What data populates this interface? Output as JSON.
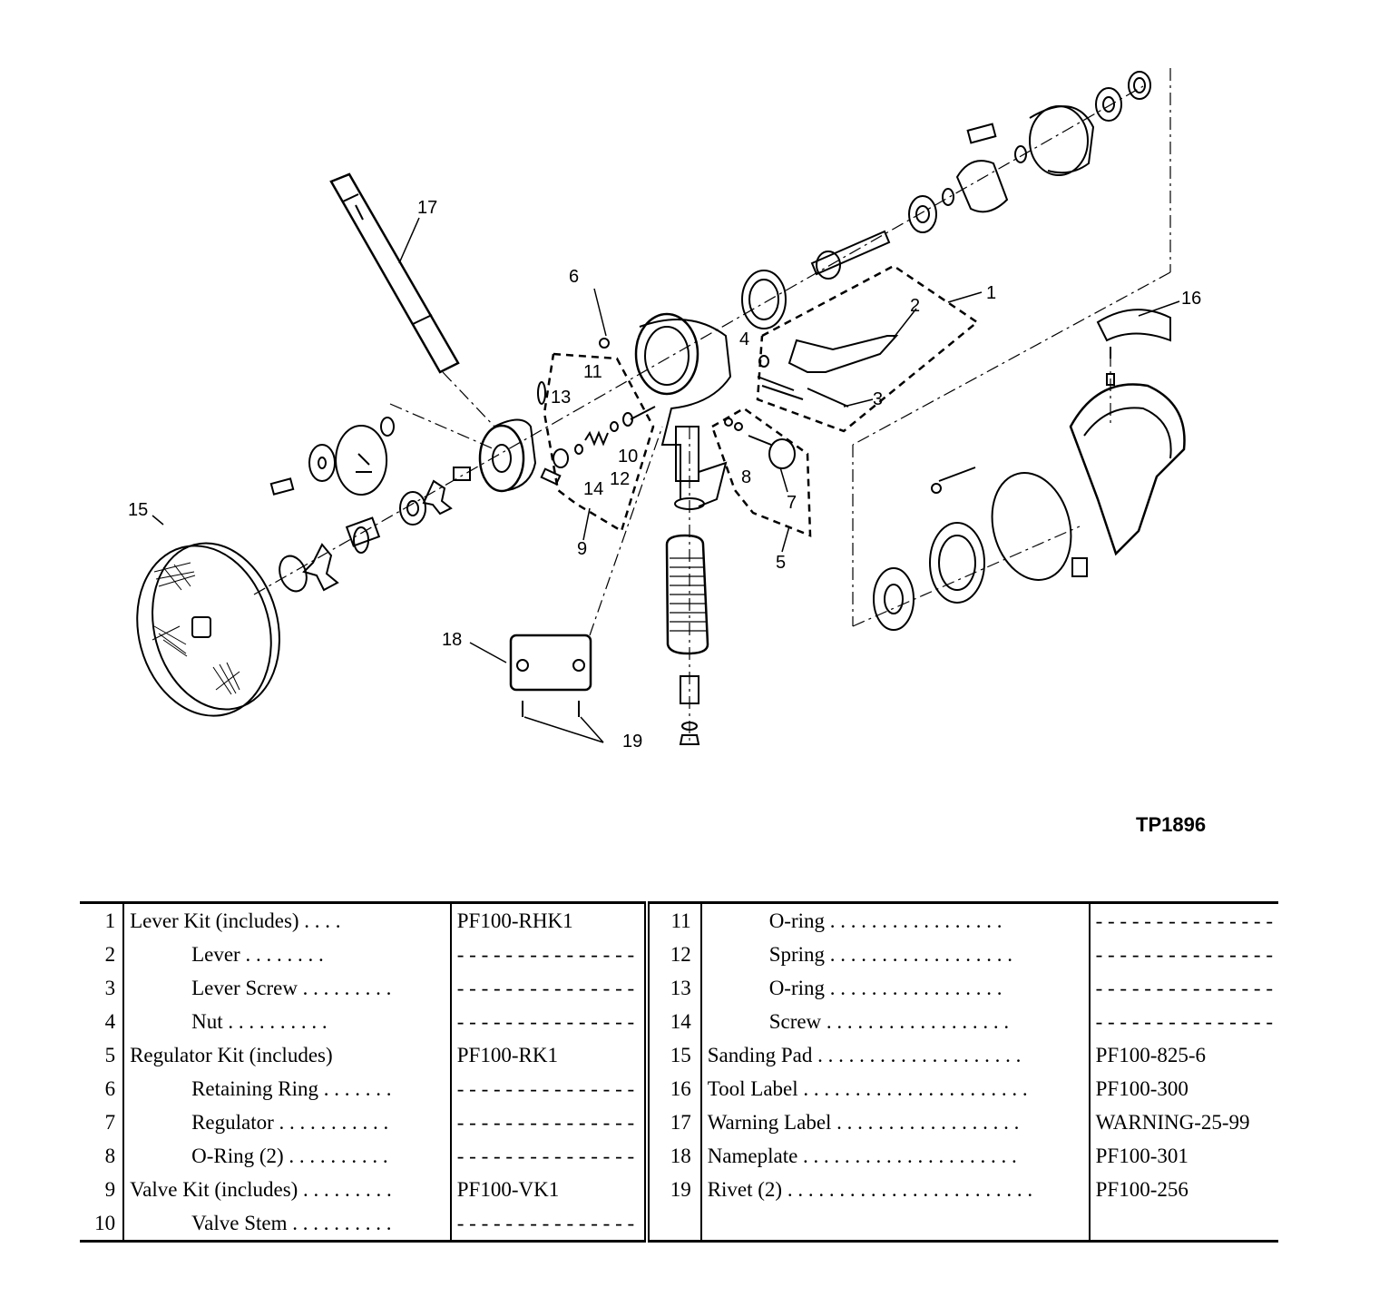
{
  "figure": {
    "code": "TP1896",
    "callouts": [
      "1",
      "2",
      "3",
      "4",
      "5",
      "6",
      "7",
      "8",
      "9",
      "10",
      "11",
      "12",
      "13",
      "14",
      "15",
      "16",
      "17",
      "18",
      "19"
    ]
  },
  "parts_left": [
    {
      "no": "1",
      "desc": "Lever Kit (includes) . . . .",
      "part": "PF100-RHK1",
      "indent": false
    },
    {
      "no": "2",
      "desc": "Lever . . . . . . . .",
      "part": "- - - - - - - - - - - - - - -",
      "indent": true
    },
    {
      "no": "3",
      "desc": "Lever Screw . . . . . . . . .",
      "part": "- - - - - - - - - - - - - - -",
      "indent": true
    },
    {
      "no": "4",
      "desc": "Nut . . . . . . . . . .",
      "part": "- - - - - - - - - - - - - - -",
      "indent": true
    },
    {
      "no": "5",
      "desc": "Regulator Kit (includes)",
      "part": "PF100-RK1",
      "indent": false
    },
    {
      "no": "6",
      "desc": "Retaining Ring . . . . . . .",
      "part": "- - - - - - - - - - - - - - -",
      "indent": true
    },
    {
      "no": "7",
      "desc": "Regulator . . . . . . . . . . .",
      "part": "- - - - - - - - - - - - - - -",
      "indent": true
    },
    {
      "no": "8",
      "desc": "O-Ring (2) . . . . . . . . . .",
      "part": "- - - - - - - - - - - - - - -",
      "indent": true
    },
    {
      "no": "9",
      "desc": "Valve Kit (includes) . . . . . . . . .",
      "part": "PF100-VK1",
      "indent": false
    },
    {
      "no": "10",
      "desc": "Valve Stem . . . . . . . . . .",
      "part": "- - - - - - - - - - - - - - -",
      "indent": true
    }
  ],
  "parts_right": [
    {
      "no": "11",
      "desc": "O-ring . . . . . . . . . . . . . . . . .",
      "part": "- - - - - - - - - - - - - - -",
      "indent": true
    },
    {
      "no": "12",
      "desc": "Spring . . . . . . . . . . . . . . . . . .",
      "part": "- - - - - - - - - - - - - - -",
      "indent": true
    },
    {
      "no": "13",
      "desc": "O-ring . . . . . . . . . . . . . . . . .",
      "part": "- - - - - - - - - - - - - - -",
      "indent": true
    },
    {
      "no": "14",
      "desc": "Screw . . . . . . . . . . . . . . . . . .",
      "part": "- - - - - - - - - - - - - - -",
      "indent": true
    },
    {
      "no": "15",
      "desc": "Sanding Pad . . . . . . . . . . . . . . . . . . . .",
      "part": "PF100-825-6",
      "indent": false
    },
    {
      "no": "16",
      "desc": "Tool Label . . . . . . . . . . . . . . . . . . . . . .",
      "part": "PF100-300",
      "indent": false
    },
    {
      "no": "17",
      "desc": "Warning Label . . . . . . . . . . . . . . . . . .",
      "part": "WARNING-25-99",
      "indent": false
    },
    {
      "no": "18",
      "desc": "Nameplate . . . . . . . . . . . . . . . . . . . . .",
      "part": "PF100-301",
      "indent": false
    },
    {
      "no": "19",
      "desc": "Rivet (2) . . . . . . . . . . . . . . . . . . . . . . . .",
      "part": "PF100-256",
      "indent": false
    },
    {
      "no": "",
      "desc": "",
      "part": "",
      "indent": false
    }
  ]
}
